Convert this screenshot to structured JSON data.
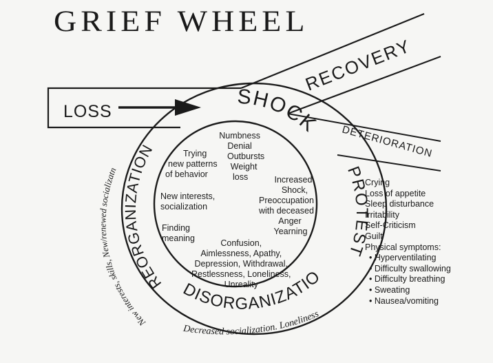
{
  "title": "GRIEF WHEEL",
  "paths": {
    "loss": "LOSS",
    "recovery": "RECOVERY",
    "deterioration": "DETERIORATION"
  },
  "ring": {
    "shock": "SHOCK",
    "protest": "PROTEST",
    "disorganization": "DISORGANIZATION",
    "reorganization": "REORGANIZATION"
  },
  "handwritten": {
    "reorganization_note": "New interests, skills, New/renewed socializatn",
    "disorganization_note": "Decreased socialization. Loneliness"
  },
  "inner": {
    "shock": [
      "Numbness",
      "Denial",
      "Outbursts",
      "Weight",
      "loss"
    ],
    "protest": [
      "Increased",
      "Shock,",
      "Preoccupation",
      "with deceased",
      "Anger",
      "Yearning"
    ],
    "disorganization": [
      "Confusion,",
      "Aimlessness, Apathy,",
      "Depression, Withdrawal,",
      "Restlessness, Loneliness,",
      "Unreality"
    ],
    "reorganization_trying": [
      "Trying",
      "new patterns",
      "of behavior"
    ],
    "reorganization_interests": [
      "New interests,",
      "socialization"
    ],
    "reorganization_meaning": [
      "Finding",
      "meaning"
    ]
  },
  "symptoms": {
    "items": [
      "Crying",
      "Loss of appetite",
      "Sleep disturbance",
      "Irritability",
      "Self-Criticism",
      "Guilt",
      "Physical symptoms:"
    ],
    "physical": [
      "• Hyperventilating",
      "• Difficulty swallowing",
      "• Difficulty breathing",
      "• Sweating",
      "• Nausea/vomiting"
    ]
  }
}
